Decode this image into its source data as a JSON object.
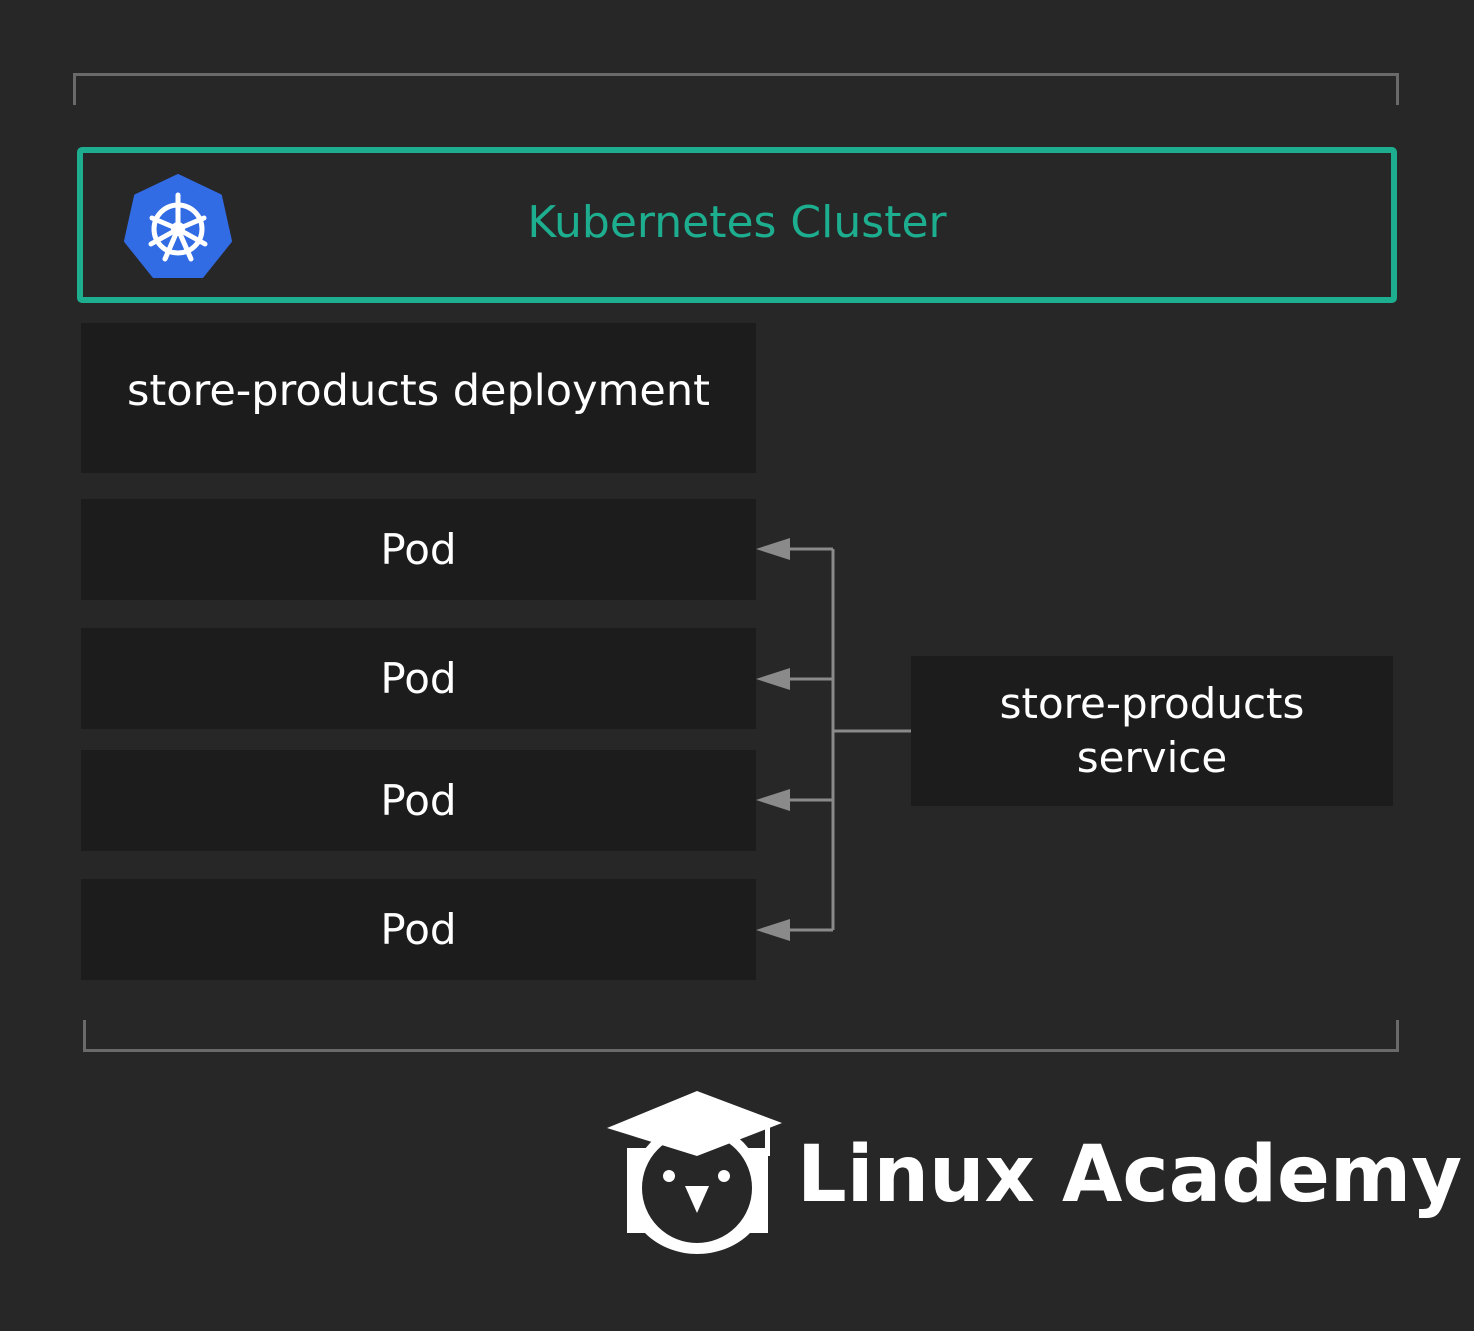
{
  "cluster": {
    "title": "Kubernetes Cluster",
    "accent_color": "#1dae8f",
    "logo_icon": "kubernetes-helm-icon",
    "logo_color": "#326ce5"
  },
  "deployment": {
    "label": "store-products deployment"
  },
  "pods": [
    {
      "label": "Pod"
    },
    {
      "label": "Pod"
    },
    {
      "label": "Pod"
    },
    {
      "label": "Pod"
    }
  ],
  "service": {
    "label_line1": "store-products",
    "label_line2": "service"
  },
  "brand": {
    "name": "Linux Academy",
    "logo_icon": "owl-graduation-cap-icon"
  },
  "colors": {
    "background": "#272727",
    "box": "#1c1c1c",
    "connector": "#8a8a8a",
    "bracket": "#6a6a6a"
  }
}
